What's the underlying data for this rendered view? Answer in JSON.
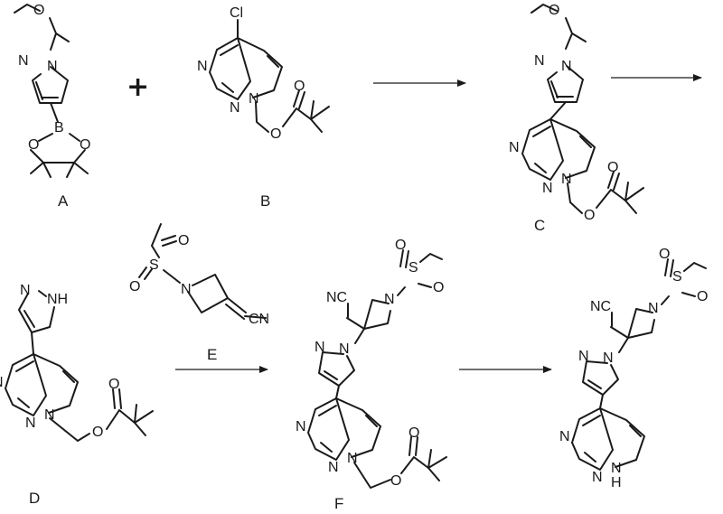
{
  "compound_labels": {
    "A": "A",
    "B": "B",
    "C": "C",
    "D": "D",
    "E": "E",
    "F": "F"
  },
  "reaction": {
    "plus_sign": "+",
    "reagent_over_arrow": "E"
  },
  "atoms": {
    "O": "O",
    "N": "N",
    "B": "B",
    "Cl": "Cl",
    "S": "S",
    "NH": "NH",
    "H": "H",
    "CN": "CN",
    "NC": "NC"
  }
}
